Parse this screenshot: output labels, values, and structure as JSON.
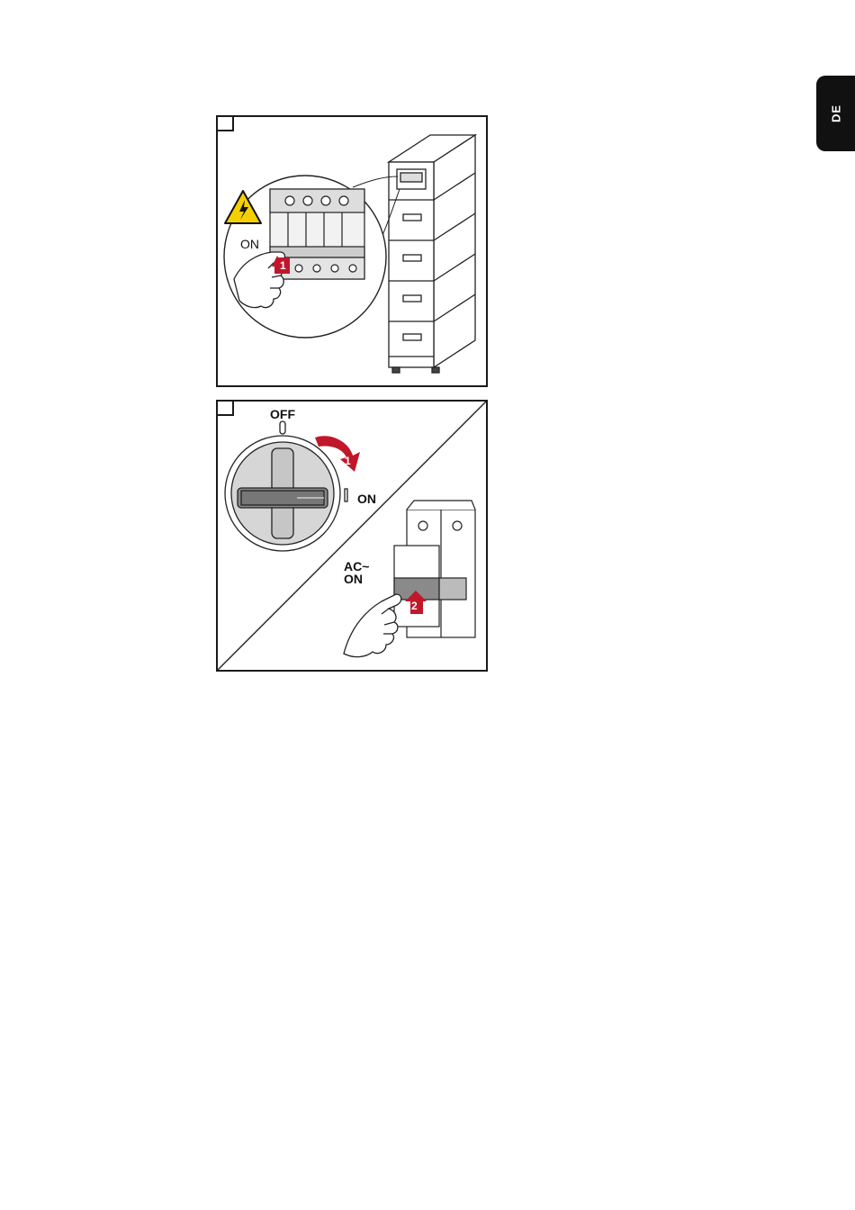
{
  "side_tab": {
    "language": "DE"
  },
  "figure1": {
    "switch_label": "ON",
    "step_number": "1",
    "icons": [
      "high-voltage-warning-icon",
      "hand-icon",
      "arrow-up-icon"
    ]
  },
  "figure2": {
    "off_label": "OFF",
    "on_label": "ON",
    "ac_label": "AC~\nON",
    "rotate_step_number": "1",
    "press_step_number": "2",
    "icons": [
      "rotary-switch-icon",
      "rotate-arrow-icon",
      "hand-icon",
      "arrow-up-icon"
    ]
  },
  "colors": {
    "warning_yellow": "#f5d000",
    "arrow_red": "#c0172b",
    "tab_black": "#111111"
  }
}
